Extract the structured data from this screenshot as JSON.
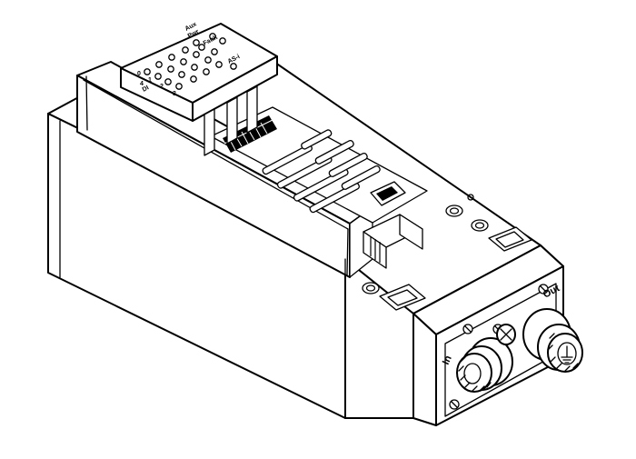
{
  "labels": {
    "port_in": "In",
    "port_out": "Out",
    "led_aux_pwr_line1": "Aux",
    "led_aux_pwr_line2": "Pwr",
    "led_fault": "Fault",
    "led_as": "AS-i",
    "led_0": "0",
    "led_1": "1",
    "led_2": "2",
    "led_3": "3",
    "di_label": "DI",
    "num_4": "4"
  },
  "colors": {
    "line": "#000000",
    "fill": "#ffffff"
  }
}
